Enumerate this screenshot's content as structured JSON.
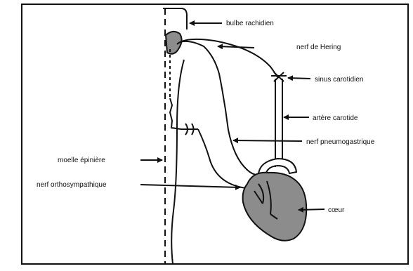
{
  "labels": {
    "bulbe": "bulbe rachidien",
    "hering": "nerf de Hering",
    "sinus": "sinus carotidien",
    "artere": "artère carotide",
    "pneumo": "nerf pneumogastrique",
    "moelle": "moelle épinière",
    "ortho": "nerf orthosympathique",
    "coeur": "cœur"
  },
  "colors": {
    "stroke": "#111111",
    "heart_fill": "#8c8c8c",
    "background": "#ffffff"
  }
}
